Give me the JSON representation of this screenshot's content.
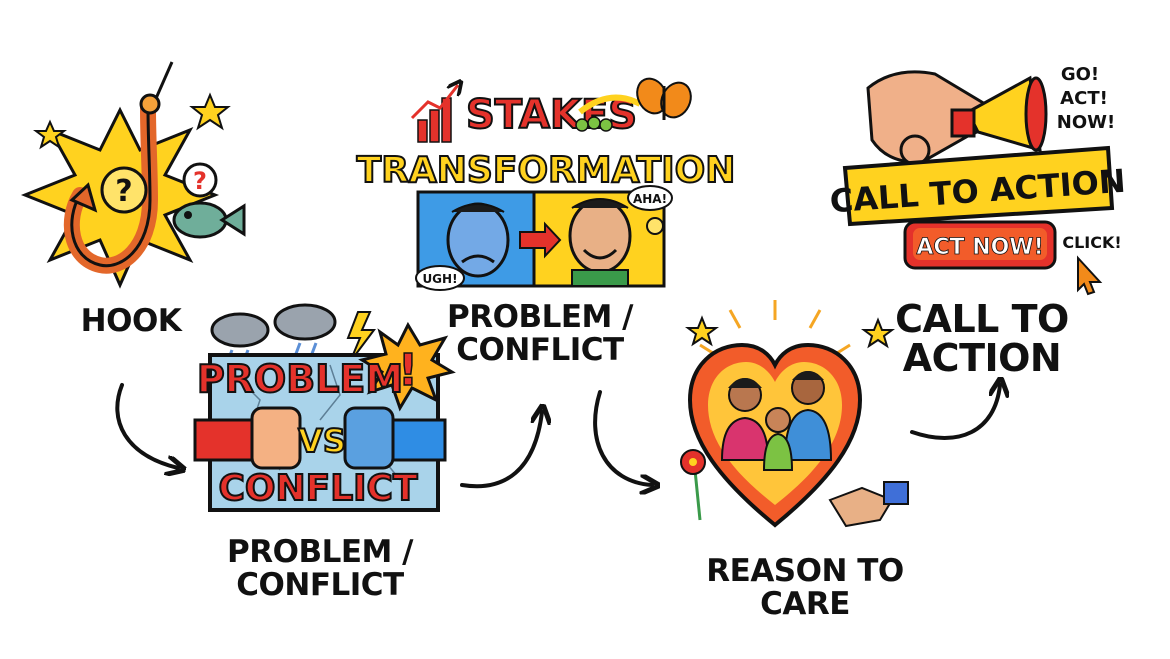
{
  "steps": [
    {
      "id": "hook",
      "caption_lines": [
        "HOOK"
      ]
    },
    {
      "id": "problem-conflict",
      "caption_lines": [
        "PROBLEM /",
        "CONFLICT"
      ],
      "art": {
        "word_top": "PROBLEM",
        "vs": "VS",
        "word_bottom": "CONFLICT",
        "burst": "!"
      }
    },
    {
      "id": "stakes-transformation",
      "caption_lines": [
        "PROBLEM /",
        "CONFLICT"
      ],
      "art": {
        "title_top": "STAKES",
        "title_bottom": "TRANSFORMATION",
        "bubble_left": "UGH!",
        "bubble_right": "AHA!"
      }
    },
    {
      "id": "reason-to-care",
      "caption_lines": [
        "REASON TO",
        "CARE"
      ]
    },
    {
      "id": "call-to-action",
      "caption_lines": [
        "CALL TO",
        "ACTION"
      ],
      "art": {
        "banner": "CALL TO ACTION",
        "button": "ACT NOW!",
        "shout": [
          "GO!",
          "ACT!",
          "NOW!"
        ],
        "click": "CLICK!"
      }
    }
  ],
  "icons": [
    "fishing-hook-icon",
    "fist-icon",
    "storm-cloud-icon",
    "face-icon",
    "butterfly-icon",
    "heart-icon",
    "handshake-icon",
    "megaphone-icon",
    "pointing-hand-icon"
  ],
  "colors": {
    "ink": "#111111",
    "red": "#e4322b",
    "yellow": "#ffd21f",
    "blue": "#2f8de4",
    "orange": "#f28a1a"
  }
}
